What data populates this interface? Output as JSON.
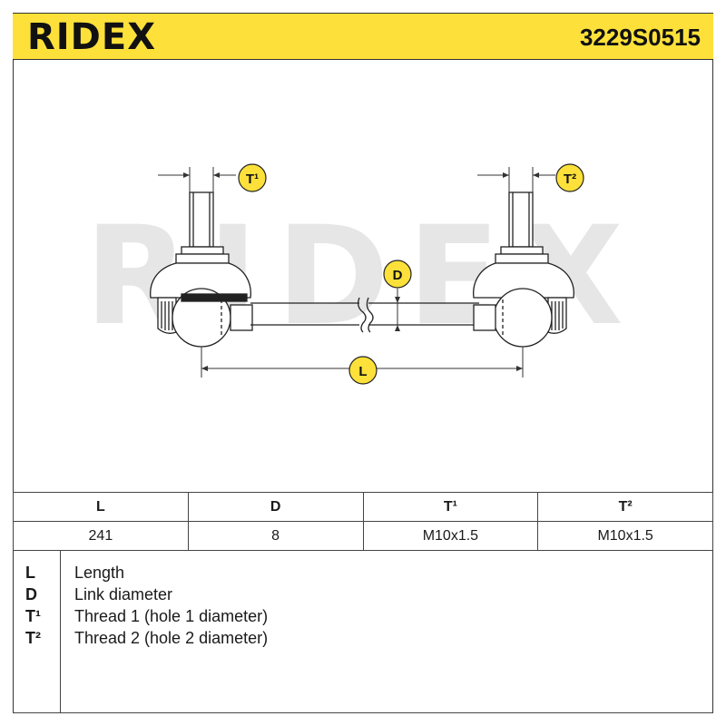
{
  "header": {
    "brand": "RIDEX",
    "part_number": "3229S0515"
  },
  "diagram": {
    "watermark": "RIDEX",
    "callouts": {
      "t1": "T¹",
      "t2": "T²",
      "d": "D",
      "l": "L"
    }
  },
  "spec_table": {
    "headers": [
      "L",
      "D",
      "T¹",
      "T²"
    ],
    "values": [
      "241",
      "8",
      "M10x1.5",
      "M10x1.5"
    ]
  },
  "legend": [
    {
      "symbol": "L",
      "text": "Length"
    },
    {
      "symbol": "D",
      "text": "Link diameter"
    },
    {
      "symbol": "T¹",
      "text": "Thread 1 (hole 1 diameter)"
    },
    {
      "symbol": "T²",
      "text": "Thread 2 (hole 2 diameter)"
    }
  ],
  "colors": {
    "brand_yellow": "#fde13a",
    "callout_yellow": "#fde13a",
    "line": "#222222",
    "watermark": "#e6e6e6"
  }
}
